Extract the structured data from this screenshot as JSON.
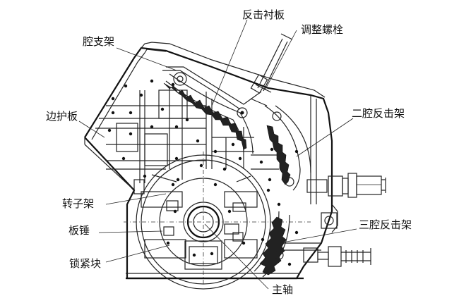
{
  "labels": {
    "impact_liner_plate": "反击衬板",
    "adjusting_bolt": "调整螺栓",
    "cavity_support_frame": "腔支架",
    "side_guard_plate": "边护板",
    "second_cavity_impact_frame": "二腔反击架",
    "rotor_frame": "转子架",
    "blow_bar": "板锤",
    "locking_block": "锁紧块",
    "third_cavity_impact_frame": "三腔反击架",
    "main_shaft": "主轴"
  }
}
